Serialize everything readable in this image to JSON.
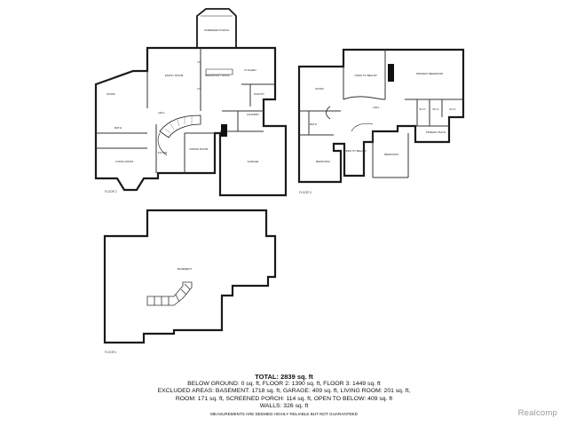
{
  "floor2": {
    "label": "FLOOR 2",
    "rooms": {
      "screened_porch": "SCREENED PORCH",
      "family_room": "FAMILY ROOM",
      "breakfast_nook": "BREAKFAST NOOK",
      "kitchen": "KITCHEN",
      "room": "ROOM",
      "pantry": "PANTRY",
      "hall": "HALL",
      "laundry": "LAUNDRY",
      "bath": "BATH",
      "foyer": "FOYER",
      "dining_room": "DINING ROOM",
      "living_room": "LIVING ROOM",
      "garage": "GARAGE"
    }
  },
  "floor3": {
    "label": "FLOOR 3",
    "rooms": {
      "room": "ROOM",
      "open_to_below_top": "OPEN TO BELOW",
      "primary_bedroom": "PRIMARY BEDROOM",
      "hall": "HALL",
      "wic_1": "W.I.C",
      "wic_2": "W.I.C",
      "wic_3": "W.I.C",
      "bath": "BATH",
      "open_to_below_mid": "OPEN TO BELOW",
      "primary_bath": "PRIMARY BATH",
      "bedroom_left": "BEDROOM",
      "bedroom_right": "BEDROOM"
    }
  },
  "floor1": {
    "label": "FLOOR 1",
    "rooms": {
      "basement": "BASEMENT"
    }
  },
  "summary": {
    "total": "TOTAL: 2839 sq. ft",
    "lines": [
      "BELOW GROUND: 0 sq. ft, FLOOR 2: 1390 sq. ft, FLOOR 3: 1449 sq. ft",
      "EXCLUDED AREAS: BASEMENT: 1718 sq. ft, GARAGE: 409 sq. ft, LIVING ROOM: 201 sq. ft,",
      "ROOM: 171 sq. ft, SCREENED PORCH: 114 sq. ft, OPEN TO BELOW: 409 sq. ft",
      "WALLS: 326 sq. ft"
    ],
    "note": "MEASUREMENTS ARE DEEMED HIGHLY RELIABLE BUT NOT GUARANTEED"
  },
  "watermark": "Realcomp",
  "colors": {
    "wall": "#1a1a1a",
    "thin_wall": "#555555",
    "background": "#ffffff",
    "watermark": "#9a9a9a"
  }
}
